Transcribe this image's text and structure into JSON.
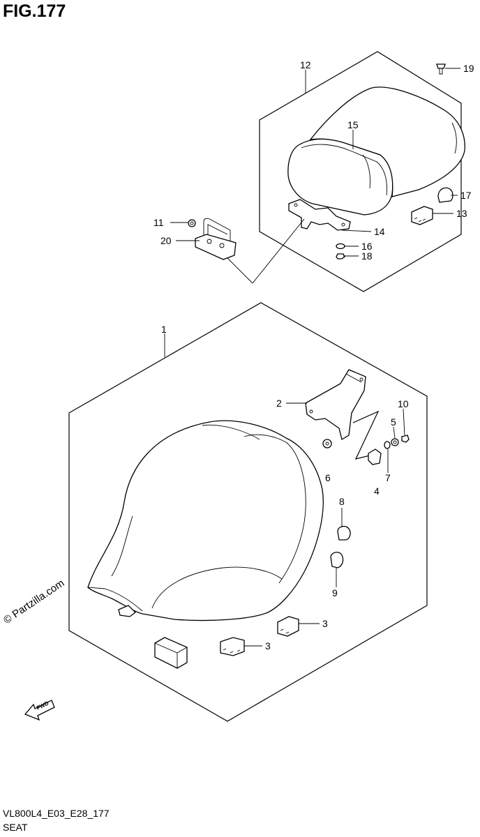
{
  "figure": {
    "title": "FIG.177",
    "code": "VL800L4_E03_E28_177",
    "caption": "SEAT",
    "watermark": "© Partzilla.com",
    "fwd_label": "FWD"
  },
  "callouts": [
    {
      "label": "1"
    },
    {
      "label": "2"
    },
    {
      "label": "3"
    },
    {
      "label": "3"
    },
    {
      "label": "4"
    },
    {
      "label": "5"
    },
    {
      "label": "6"
    },
    {
      "label": "7"
    },
    {
      "label": "8"
    },
    {
      "label": "9"
    },
    {
      "label": "10"
    },
    {
      "label": "11"
    },
    {
      "label": "12"
    },
    {
      "label": "13"
    },
    {
      "label": "14"
    },
    {
      "label": "15"
    },
    {
      "label": "16"
    },
    {
      "label": "17"
    },
    {
      "label": "18"
    },
    {
      "label": "19"
    },
    {
      "label": "20"
    }
  ]
}
